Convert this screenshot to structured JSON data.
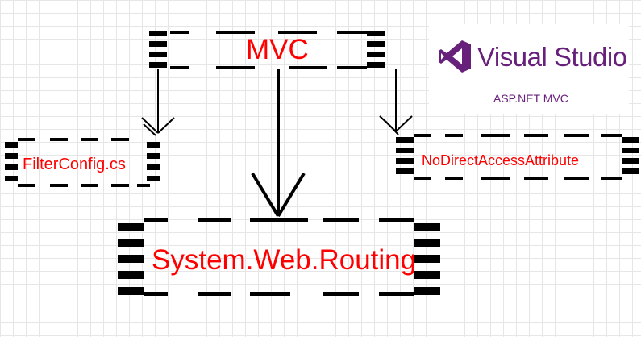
{
  "nodes": {
    "mvc": "MVC",
    "filter_config": "FilterConfig.cs",
    "no_direct_access": "NoDirectAccessAttribute",
    "routing": "System.Web.Routing"
  },
  "logo": {
    "title": "Visual Studio",
    "subtitle": "ASP.NET MVC",
    "brand_color": "#68217a"
  },
  "colors": {
    "label": "#ff0000",
    "line": "#000000"
  }
}
